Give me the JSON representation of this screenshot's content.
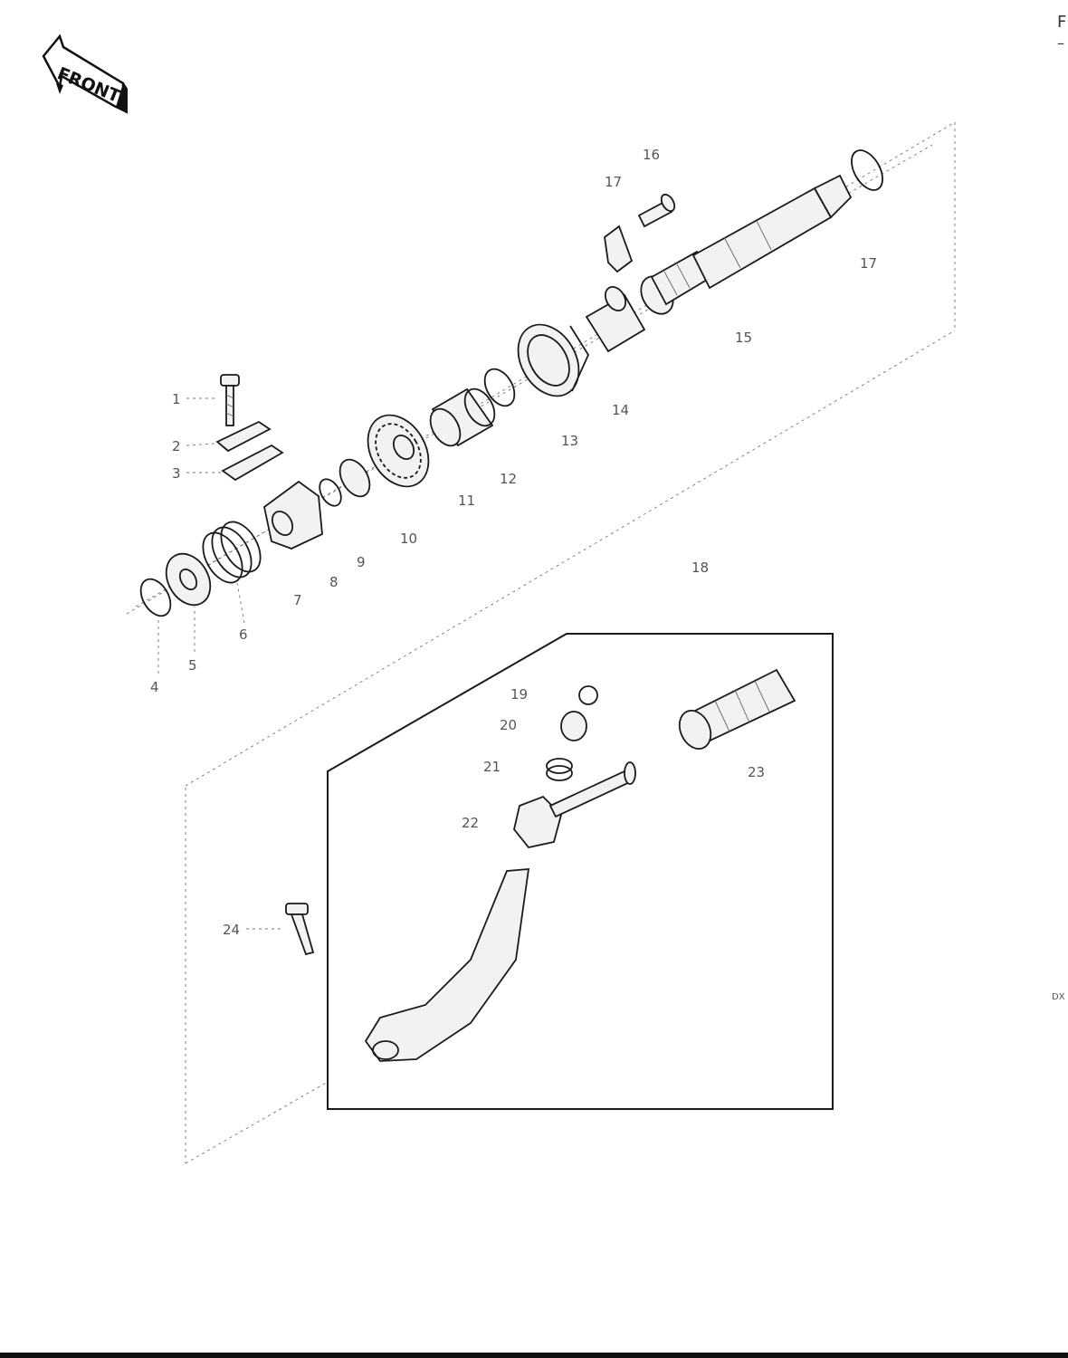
{
  "front_badge": {
    "text": "FRONT"
  },
  "edge": {
    "letter": "F",
    "dash": "–",
    "code": "DX"
  },
  "callouts": [
    {
      "id": "1",
      "text": "1"
    },
    {
      "id": "2",
      "text": "2"
    },
    {
      "id": "3",
      "text": "3"
    },
    {
      "id": "4",
      "text": "4"
    },
    {
      "id": "5",
      "text": "5"
    },
    {
      "id": "6",
      "text": "6"
    },
    {
      "id": "7",
      "text": "7"
    },
    {
      "id": "8",
      "text": "8"
    },
    {
      "id": "9",
      "text": "9"
    },
    {
      "id": "10",
      "text": "10"
    },
    {
      "id": "11",
      "text": "11"
    },
    {
      "id": "12",
      "text": "12"
    },
    {
      "id": "13",
      "text": "13"
    },
    {
      "id": "14",
      "text": "14"
    },
    {
      "id": "15",
      "text": "15"
    },
    {
      "id": "16",
      "text": "16"
    },
    {
      "id": "17a",
      "text": "17"
    },
    {
      "id": "17b",
      "text": "17"
    },
    {
      "id": "18",
      "text": "18"
    },
    {
      "id": "19",
      "text": "19"
    },
    {
      "id": "20",
      "text": "20"
    },
    {
      "id": "21",
      "text": "21"
    },
    {
      "id": "22",
      "text": "22"
    },
    {
      "id": "23",
      "text": "23"
    },
    {
      "id": "24",
      "text": "24"
    }
  ]
}
